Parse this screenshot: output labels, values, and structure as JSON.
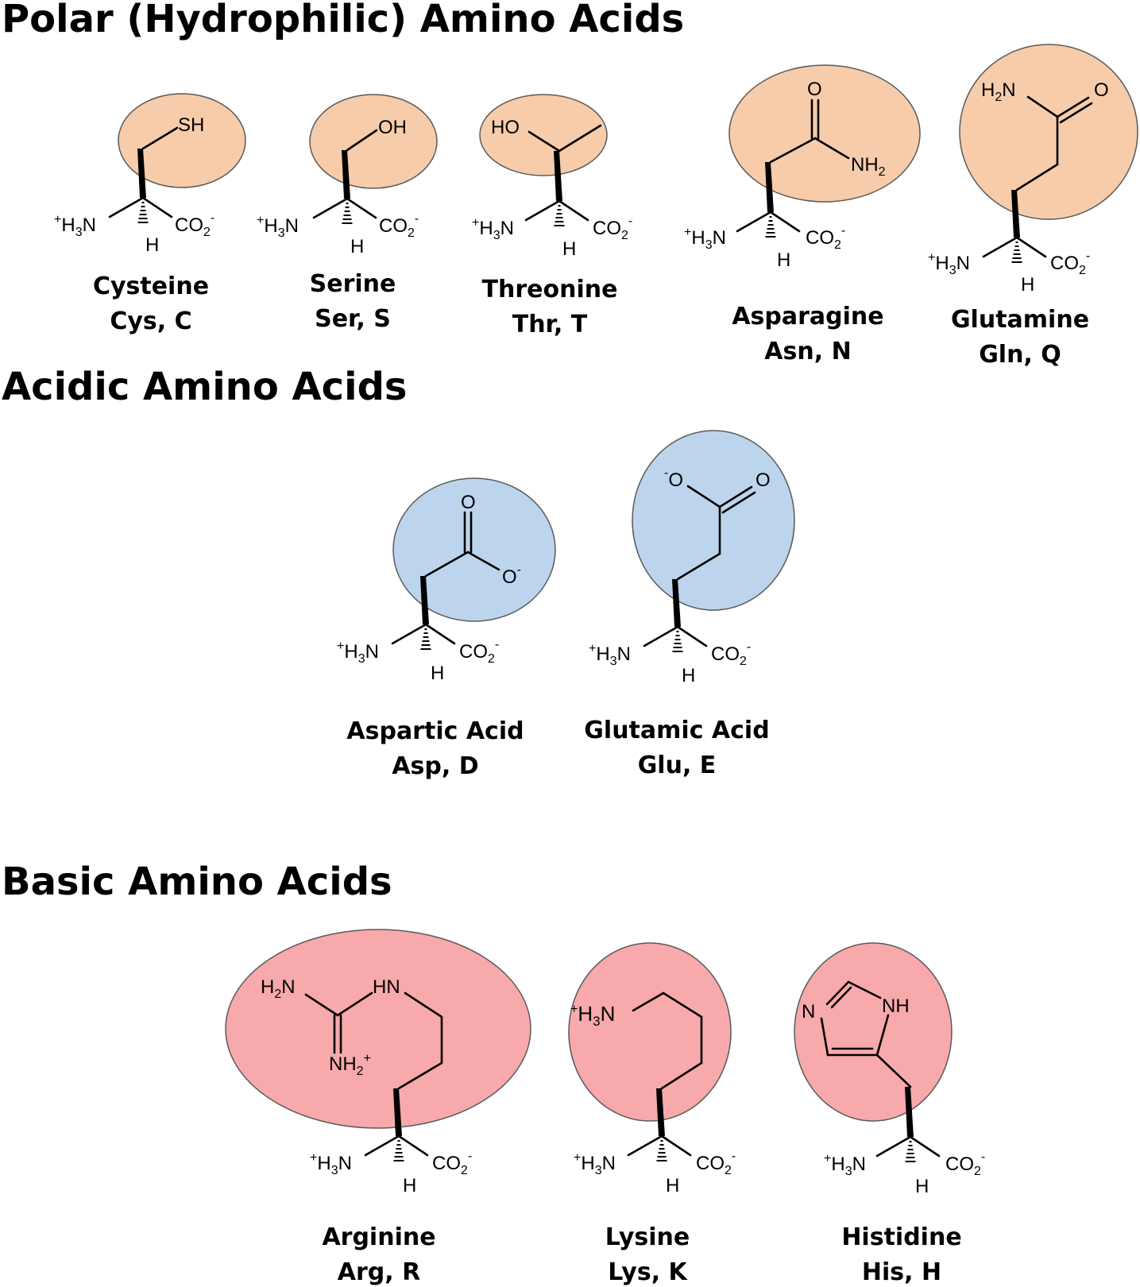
{
  "sections": {
    "polar": "Polar (Hydrophilic) Amino Acids",
    "acidic": "Acidic Amino Acids",
    "basic": "Basic Amino Acids"
  },
  "colors": {
    "polar_fill": "#f7ccaa",
    "acidic_fill": "#bdd5ec",
    "basic_fill": "#f7a9ab"
  },
  "common": {
    "amine_plus": "+",
    "amine_h": "H",
    "amine_sub": "3",
    "amine_n": "N",
    "carboxyl_co": "CO",
    "carboxyl_sub": "2",
    "carboxyl_minus": "-",
    "alpha_h": "H"
  },
  "aminoacids": {
    "cysteine": {
      "name": "Cysteine",
      "code": "Cys, C",
      "sidechain": "SH"
    },
    "serine": {
      "name": "Serine",
      "code": "Ser, S",
      "sidechain": "OH"
    },
    "threonine": {
      "name": "Threonine",
      "code": "Thr, T",
      "sidechain": "HO"
    },
    "asparagine": {
      "name": "Asparagine",
      "code": "Asn, N",
      "o": "O",
      "nh": "NH",
      "nh_sub": "2"
    },
    "glutamine": {
      "name": "Glutamine",
      "code": "Gln, Q",
      "h": "H",
      "h_sub": "2",
      "n": "N",
      "o": "O"
    },
    "aspartic": {
      "name": "Aspartic Acid",
      "code": "Asp, D",
      "o": "O",
      "o_minus": "O",
      "minus": "-"
    },
    "glutamic": {
      "name": "Glutamic Acid",
      "code": "Glu, E",
      "minus": "-",
      "o_minus": "O",
      "o": "O"
    },
    "arginine": {
      "name": "Arginine",
      "code": "Arg, R",
      "h": "H",
      "h_sub": "2",
      "n": "N",
      "hn": "HN",
      "nh": "NH",
      "nh_sub": "2",
      "plus": "+"
    },
    "lysine": {
      "name": "Lysine",
      "code": "Lys, K",
      "plus": "+",
      "h": "H",
      "h_sub": "3",
      "n": "N"
    },
    "histidine": {
      "name": "Histidine",
      "code": "His, H",
      "n": "N",
      "nh": "NH"
    }
  }
}
